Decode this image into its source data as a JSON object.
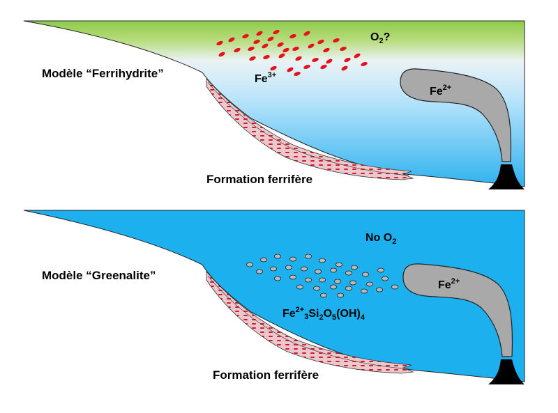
{
  "panel_top": {
    "model_label": "Modèle “Ferrihydrite”",
    "oxygen_label": "O",
    "oxygen_sub": "2",
    "oxygen_suffix": "?",
    "ion_label": "Fe",
    "ion_sup": "3+",
    "plume_label": "Fe",
    "plume_sup": "2+",
    "formation_label": "Formation ferrifère",
    "particle_color": "#e8101a",
    "surface_color": "#9acd4c",
    "deep_color": "#31b3ee"
  },
  "panel_bottom": {
    "model_label": "Modèle “Greenalite”",
    "oxygen_prefix": "No O",
    "oxygen_sub": "2",
    "mineral_fe": "Fe",
    "mineral_fe_sup": "2+",
    "mineral_fe_sub": "3",
    "mineral_si": "Si",
    "mineral_si_sub": "2",
    "mineral_o": "O",
    "mineral_o_sub": "5",
    "mineral_oh": "(OH)",
    "mineral_oh_sub": "4",
    "plume_label": "Fe",
    "plume_sup": "2+",
    "formation_label": "Formation ferrifère",
    "particle_color": "#b9b9b9",
    "water_color": "#1cb0ef"
  },
  "colors": {
    "plume": "#a9a9a9",
    "volcano": "#000000",
    "formation_band": "#e9c4c8",
    "formation_dash": "#d0112b"
  }
}
